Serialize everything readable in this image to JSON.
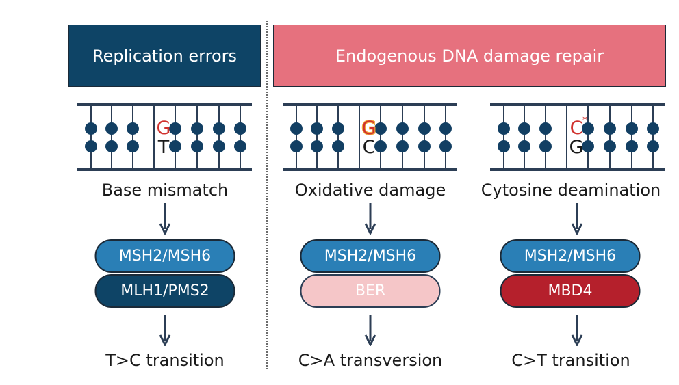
{
  "headers": {
    "left": "Replication errors",
    "right": "Endogenous DNA damage repair"
  },
  "columns": [
    {
      "id": "mismatch",
      "top_base": "G",
      "top_base_color": "#d0312d",
      "top_base_glow": false,
      "top_base_asterisk": "",
      "bottom_base": "T",
      "label": "Base mismatch",
      "pathway_primary": "MSH2/MSH6",
      "pathway_secondary": "MLH1/PMS2",
      "pathway_secondary_color": "#0e4466",
      "pathway_secondary_text_color": "#ffffff",
      "outcome": "T>C transition"
    },
    {
      "id": "oxidative",
      "top_base": "G",
      "top_base_color": "#d0312d",
      "top_base_glow": true,
      "top_base_asterisk": "",
      "bottom_base": "C",
      "label": "Oxidative damage",
      "pathway_primary": "MSH2/MSH6",
      "pathway_secondary": "BER",
      "pathway_secondary_color": "#f5c6c8",
      "pathway_secondary_text_color": "#ffffff",
      "outcome": "C>A transversion"
    },
    {
      "id": "deamination",
      "top_base": "C",
      "top_base_color": "#d0312d",
      "top_base_glow": false,
      "top_base_asterisk": "*",
      "bottom_base": "G",
      "label": "Cytosine deamination",
      "pathway_primary": "MSH2/MSH6",
      "pathway_secondary": "MBD4",
      "pathway_secondary_color": "#b5202c",
      "pathway_secondary_text_color": "#ffffff",
      "outcome": "C>T transition"
    }
  ],
  "colors": {
    "dna_strand": "#2c3e55",
    "nucleotide_dot": "#123f63",
    "msh_pill": "#2a7fb6",
    "arrow": "#2c3e55",
    "glow": "#f2a93b"
  }
}
